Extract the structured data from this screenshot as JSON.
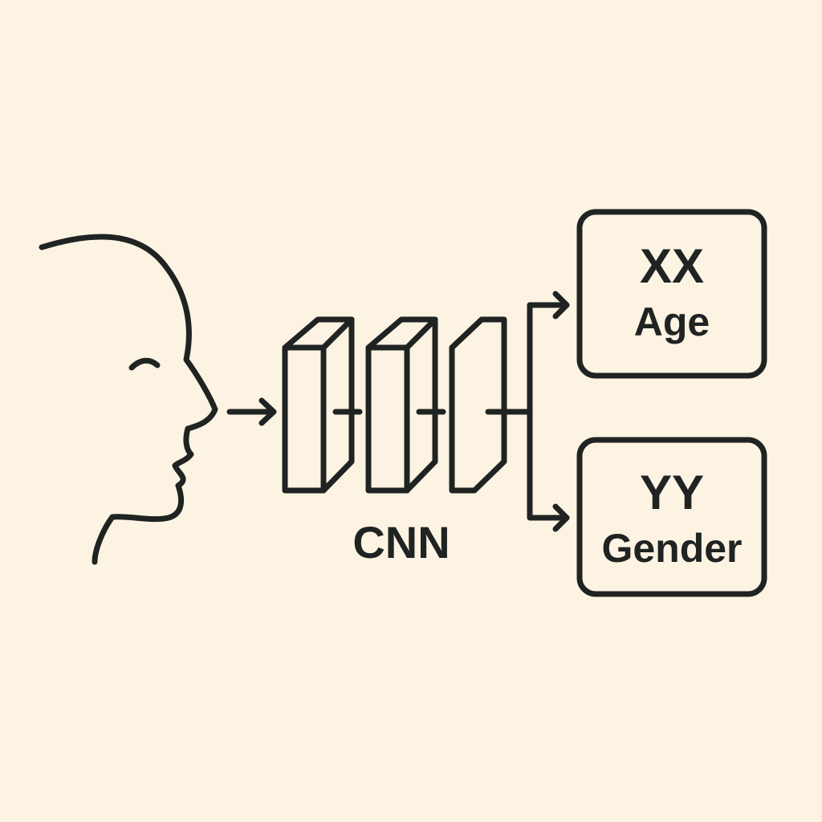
{
  "network": {
    "label": "CNN"
  },
  "outputs": [
    {
      "value": "XX",
      "name": "Age"
    },
    {
      "value": "YY",
      "name": "Gender"
    }
  ],
  "colors": {
    "background": "#fdf3e3",
    "stroke": "#1f2322"
  },
  "icons": {
    "input": "face-profile-icon"
  }
}
